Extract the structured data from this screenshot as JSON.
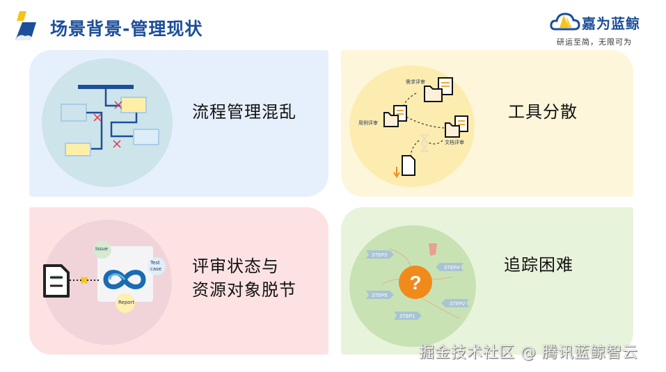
{
  "header": {
    "title": "场景背景-管理现状",
    "logo_colors": {
      "yellow": "#f5c518",
      "blue": "#1c4e9a"
    }
  },
  "brand": {
    "name": "嘉为蓝鲸",
    "slogan": "研运至简，无限可为"
  },
  "panels": [
    {
      "id": "process",
      "label": "流程管理混乱",
      "color": "#e6f0fc",
      "icon": "flowchart-broken-icon"
    },
    {
      "id": "tools",
      "label": "工具分散",
      "color": "#fef6da",
      "icon": "scattered-folders-icon",
      "nodes": [
        "需求评审",
        "用例评审",
        "文档评审"
      ]
    },
    {
      "id": "review",
      "label_line1": "评审状态与",
      "label_line2": "资源对象脱节",
      "color": "#fde2e4",
      "icon": "disconnected-link-icon",
      "nodes": [
        "Issue",
        "Test case",
        "Report"
      ]
    },
    {
      "id": "tracking",
      "label": "追踪困难",
      "color": "#e8f3dc",
      "icon": "question-steps-icon",
      "steps": [
        "STEP3",
        "STEP4",
        "STEP5",
        "STEP2",
        "STEP1"
      ]
    }
  ],
  "footer": {
    "watermark": "掘金技术社区 @ 腾讯蓝鲸智云"
  }
}
